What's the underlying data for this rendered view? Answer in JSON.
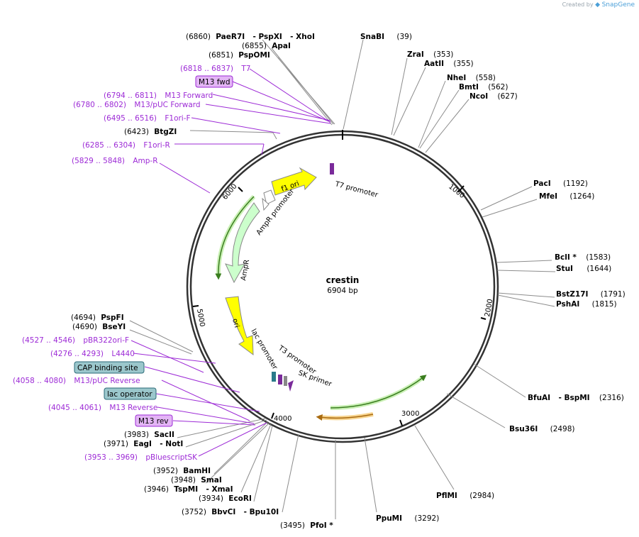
{
  "brand": {
    "created_by": "Created by",
    "app": "SnapGene"
  },
  "plasmid": {
    "name": "crestin",
    "size": "6904 bp"
  },
  "ticks": [
    "1000",
    "2000",
    "3000",
    "4000",
    "5000",
    "6000"
  ],
  "features": {
    "f1_ori": "f1 ori",
    "t7_promoter": "T7 promoter",
    "ampr_promoter": "AmpR promoter",
    "ampr": "AmpR",
    "ori": "ori",
    "lac_promoter": "lac promoter",
    "t3_promoter": "T3 promoter",
    "sk_primer": "SK primer"
  },
  "labels": {
    "paer7i": {
      "pos": "(6860)",
      "name": "PaeR7I"
    },
    "pspxi": "- PspXI",
    "xhoi": "- XhoI",
    "snabi": {
      "name": "SnaBI",
      "pos": "(39)"
    },
    "apai": {
      "pos": "(6855)",
      "name": "ApaI"
    },
    "pspomi": {
      "pos": "(6851)",
      "name": "PspOMI"
    },
    "zrai": {
      "name": "ZraI",
      "pos": "(353)"
    },
    "aatii": {
      "name": "AatII",
      "pos": "(355)"
    },
    "t7": {
      "pos": "(6818 .. 6837)",
      "name": "T7"
    },
    "nhei": {
      "name": "NheI",
      "pos": "(558)"
    },
    "bmti": {
      "name": "BmtI",
      "pos": "(562)"
    },
    "m13fwd_box": "M13 fwd",
    "ncoi": {
      "name": "NcoI",
      "pos": "(627)"
    },
    "m13forward": {
      "pos": "(6794 .. 6811)",
      "name": "M13 Forward"
    },
    "m13puc_fwd": {
      "pos": "(6780 .. 6802)",
      "name": "M13/pUC Forward"
    },
    "f1ori_f": {
      "pos": "(6495 .. 6516)",
      "name": "F1ori-F"
    },
    "btgzi": {
      "pos": "(6423)",
      "name": "BtgZI"
    },
    "f1ori_r": {
      "pos": "(6285 .. 6304)",
      "name": "F1ori-R"
    },
    "amp_r": {
      "pos": "(5829 .. 5848)",
      "name": "Amp-R"
    },
    "paci": {
      "name": "PacI",
      "pos": "(1192)"
    },
    "mfei": {
      "name": "MfeI",
      "pos": "(1264)"
    },
    "bcli": {
      "name": "BclI *",
      "pos": "(1583)"
    },
    "stui": {
      "name": "StuI",
      "pos": "(1644)"
    },
    "bstz17i": {
      "name": "BstZ17I",
      "pos": "(1791)"
    },
    "pshai": {
      "name": "PshAI",
      "pos": "(1815)"
    },
    "pspfi": {
      "pos": "(4694)",
      "name": "PspFI"
    },
    "bseyi": {
      "pos": "(4690)",
      "name": "BseYI"
    },
    "pbr322": {
      "pos": "(4527 .. 4546)",
      "name": "pBR322ori-F"
    },
    "l4440": {
      "pos": "(4276 .. 4293)",
      "name": "L4440"
    },
    "cap_box": "CAP binding site",
    "m13puc_rev": {
      "pos": "(4058 .. 4080)",
      "name": "M13/pUC Reverse"
    },
    "lacop_box": "lac operator",
    "m13reverse": {
      "pos": "(4045 .. 4061)",
      "name": "M13 Reverse"
    },
    "m13rev_box": "M13 rev",
    "bfuai": {
      "name": "BfuAI",
      "name2": "- BspMI",
      "pos": "(2316)"
    },
    "bsu36i": {
      "name": "Bsu36I",
      "pos": "(2498)"
    },
    "sacii": {
      "pos": "(3983)",
      "name": "SacII"
    },
    "eagi": {
      "pos": "(3971)",
      "name": "EagI",
      "name2": "- NotI"
    },
    "pbluescript": {
      "pos": "(3953 .. 3969)",
      "name": "pBluescriptSK"
    },
    "bamhi": {
      "pos": "(3952)",
      "name": "BamHI"
    },
    "smai": {
      "pos": "(3948)",
      "name": "SmaI"
    },
    "tspmi": {
      "pos": "(3946)",
      "name": "TspMI",
      "name2": "- XmaI"
    },
    "ecori": {
      "pos": "(3934)",
      "name": "EcoRI"
    },
    "bbvci": {
      "pos": "(3752)",
      "name": "BbvCI",
      "name2": "- Bpu10I"
    },
    "pflmi": {
      "name": "PflMI",
      "pos": "(2984)"
    },
    "ppumi": {
      "name": "PpuMI",
      "pos": "(3292)"
    },
    "pfoi": {
      "pos": "(3495)",
      "name": "PfoI *"
    }
  },
  "colors": {
    "enzyme_line": "#8c8c8c",
    "primer": "#9d2bd6",
    "f1_ori": "#ffff00",
    "ampr": "#ccffcc",
    "ori": "#ffff00",
    "box_fill_teal": "#9bc7cc",
    "box_fill_purple": "#e3b5f5"
  }
}
